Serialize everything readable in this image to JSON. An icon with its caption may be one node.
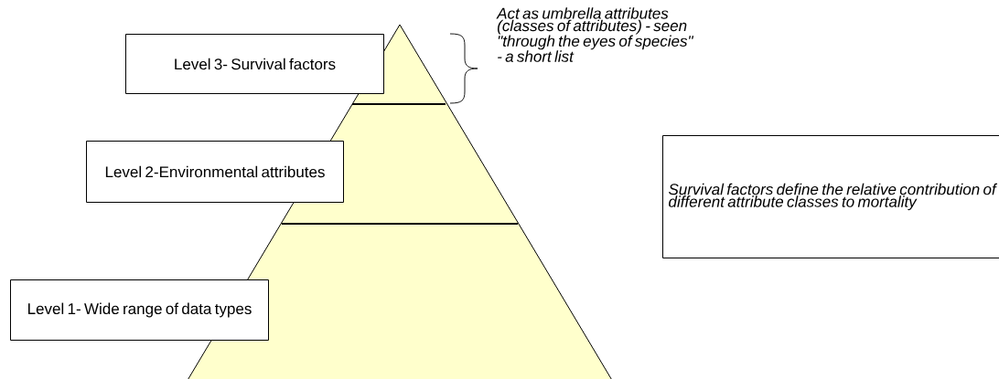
{
  "diagram": {
    "nodes": [
      {
        "text": [
          "Level 3- Survival factors"
        ]
      },
      {
        "text": [
          "Level 2-Environmental attributes"
        ]
      },
      {
        "text": [
          "Level 1- Wide range of data types"
        ]
      },
      {
        "text": [
          "Survival factors define the relative contribution of different attribute classes to mortality"
        ]
      }
    ],
    "edges": [],
    "labels": [
      "Act as umbrella attributes (classes of attributes) - seen \"through the eyes of species\" - a short list"
    ]
  }
}
